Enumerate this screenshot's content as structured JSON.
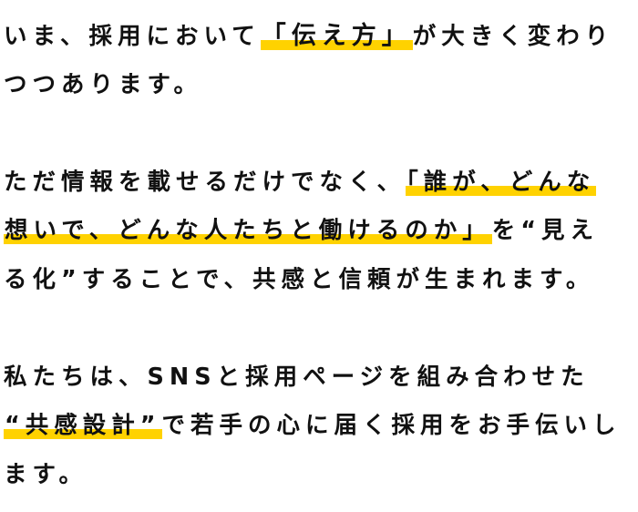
{
  "paragraphs": [
    {
      "lines": [
        {
          "before": "いま、採用において",
          "highlight": "「伝え方」",
          "after": "が大きく変わり"
        },
        {
          "before": "つつあります。",
          "highlight": "",
          "after": ""
        }
      ]
    },
    {
      "lines": [
        {
          "before": "ただ情報を載せるだけでなく、",
          "highlight": "「誰が、どんな",
          "after": ""
        },
        {
          "before": "",
          "highlight": "想いで、どんな人たちと働けるのか」",
          "after": "を“見え"
        },
        {
          "before": "る化”することで、共感と信頼が生まれます。",
          "highlight": "",
          "after": ""
        }
      ]
    },
    {
      "lines": [
        {
          "before": "私たちは、SNSと採用ページを組み合わせた",
          "highlight": "",
          "after": ""
        },
        {
          "before": "",
          "highlight": "“共感設計”",
          "after": "で若手の心に届く採用をお手伝いし"
        },
        {
          "before": "ます。",
          "highlight": "",
          "after": ""
        }
      ]
    }
  ],
  "colors": {
    "highlight": "#FFD200",
    "text": "#111111"
  }
}
